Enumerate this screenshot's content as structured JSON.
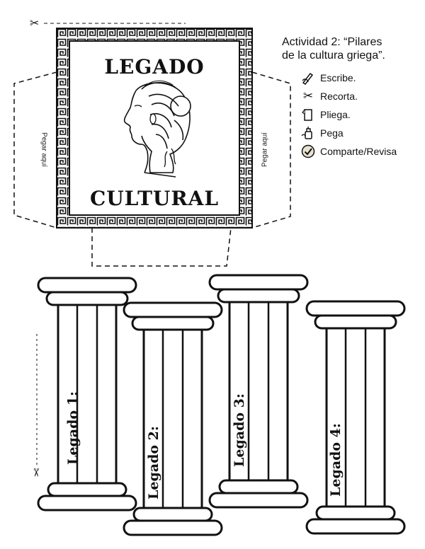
{
  "card": {
    "title_top": "LEGADO",
    "title_bottom": "CULTURAL",
    "glue_left": "Pegar aquí",
    "glue_right": "Pegar aquí"
  },
  "activity": {
    "title_line1": "Actividad 2: “Pilares",
    "title_line2": "de la cultura griega”."
  },
  "instructions": [
    {
      "icon": "writing-hand-icon",
      "label": "Escribe."
    },
    {
      "icon": "scissors-icon",
      "label": "Recorta."
    },
    {
      "icon": "fold-page-icon",
      "label": "Pliega."
    },
    {
      "icon": "glue-bottle-icon",
      "label": "Pega"
    },
    {
      "icon": "check-badge-icon",
      "label": "Comparte/Revisa"
    }
  ],
  "pillars": [
    {
      "label": "Legado 1:"
    },
    {
      "label": "Legado 2:"
    },
    {
      "label": "Legado 3:"
    },
    {
      "label": "Legado 4:"
    }
  ]
}
